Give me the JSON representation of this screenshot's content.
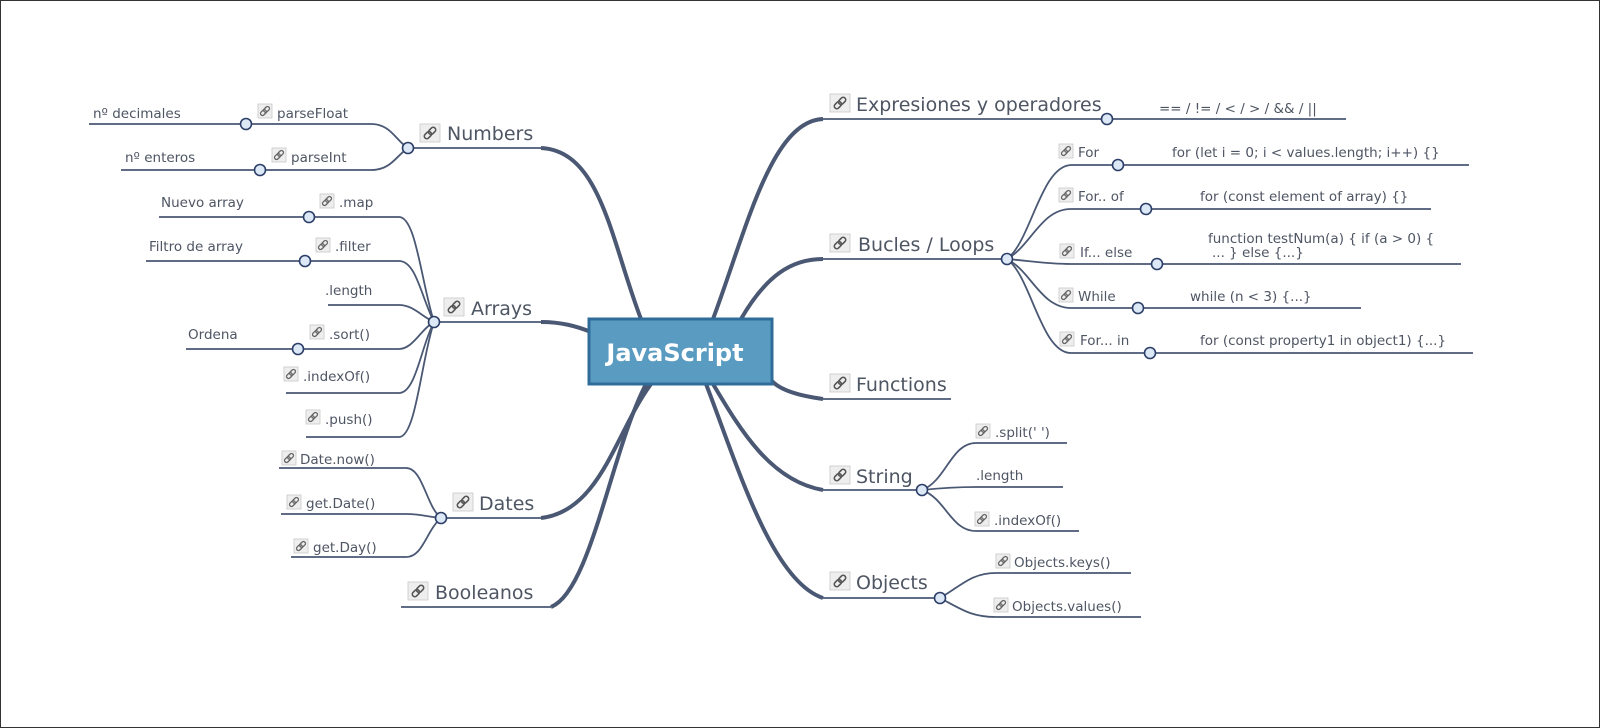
{
  "center": {
    "title": "JavaScript",
    "fill": "#5a9bc2",
    "border": "#2f6c99"
  },
  "left": {
    "numbers": {
      "label": "Numbers",
      "children": [
        {
          "label": "parseFloat",
          "note": "nº decimales"
        },
        {
          "label": "parseInt",
          "note": "nº enteros"
        }
      ]
    },
    "arrays": {
      "label": "Arrays",
      "children": [
        {
          "label": ".map",
          "note": "Nuevo array"
        },
        {
          "label": ".filter",
          "note": "Filtro de array"
        },
        {
          "label": ".length"
        },
        {
          "label": ".sort()",
          "note": "Ordena"
        },
        {
          "label": ".indexOf()"
        },
        {
          "label": ".push()"
        }
      ]
    },
    "dates": {
      "label": "Dates",
      "children": [
        {
          "label": "Date.now()"
        },
        {
          "label": "get.Date()"
        },
        {
          "label": "get.Day()"
        }
      ]
    },
    "booleans": {
      "label": "Booleanos"
    }
  },
  "right": {
    "expressions": {
      "label": "Expresiones y operadores",
      "note": "== / != / < / > / && / ||"
    },
    "loops": {
      "label": "Bucles / Loops",
      "children": [
        {
          "label": "For",
          "code": "for (let i = 0; i < values.length; i++) {}"
        },
        {
          "label": "For.. of",
          "code": "for (const element of array) {}"
        },
        {
          "label": "If... else",
          "code": "function testNum(a) { if (a > 0) {",
          "code2": "... } else {...}"
        },
        {
          "label": "While",
          "code": "while (n < 3) {...}"
        },
        {
          "label": "For... in",
          "code": "for (const property1 in object1) {...}"
        }
      ]
    },
    "functions": {
      "label": "Functions"
    },
    "string": {
      "label": "String",
      "children": [
        {
          "label": ".split(' ')"
        },
        {
          "label": ".length"
        },
        {
          "label": ".indexOf()"
        }
      ]
    },
    "objects": {
      "label": "Objects",
      "children": [
        {
          "label": "Objects.keys()"
        },
        {
          "label": "Objects.values()"
        }
      ]
    }
  }
}
